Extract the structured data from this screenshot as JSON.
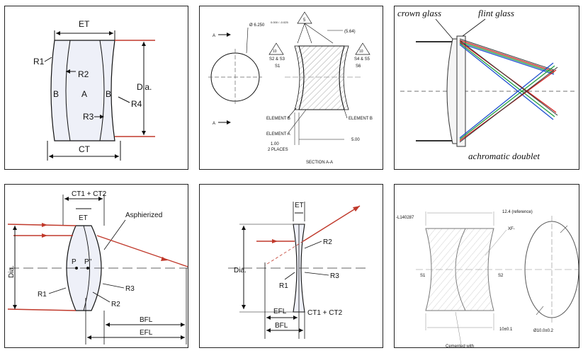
{
  "panel1": {
    "et": "ET",
    "r1": "R1",
    "r2": "R2",
    "r3": "R3",
    "r4": "R4",
    "b_left": "B",
    "a": "A",
    "b_right": "B",
    "dia": "Dia.",
    "ct": "CT"
  },
  "panel2": {
    "a_top": "A",
    "a_bottom": "A",
    "diameter": "Ø 6.250",
    "tol": "0.000 / -0.025",
    "badge_5": "5",
    "badge_10a": "10",
    "badge_10b": "10",
    "dim_564": "(5.64)",
    "s2s3": "S2 & S3",
    "s1": "S1",
    "s4s5": "S4 & S5",
    "s6": "S6",
    "element_b_left": "ELEMENT B",
    "element_a": "ELEMENT A",
    "element_b_right": "ELEMENT B",
    "dim_100": "1.00",
    "places": "2 PLACES",
    "dim_500": "5.00",
    "section": "SECTION A-A"
  },
  "panel3": {
    "crown": "crown glass",
    "flint": "flint glass",
    "caption": "achromatic doublet",
    "colors": {
      "red": "#d22020",
      "green": "#20a040",
      "blue": "#2050d0",
      "dark": "#333333"
    }
  },
  "panel4": {
    "ct12": "CT1 + CT2",
    "et": "ET",
    "asph": "Asphierized",
    "dia": "Dia.",
    "p": "P",
    "p2": "P''",
    "r1": "R1",
    "r2": "R2",
    "r3": "R3",
    "bfl": "BFL",
    "efl": "EFL"
  },
  "panel5": {
    "et": "ET",
    "r2": "R2",
    "dia": "Dia.",
    "r1": "R1",
    "r3": "R3",
    "efl": "EFL",
    "bfl": "BFL",
    "ct12": "CT1 + CT2"
  },
  "panel6": {
    "part": "-L140287",
    "ref": "12.4 (reference)",
    "xf": "XF-",
    "s1": "S1",
    "s2": "S2",
    "cemented": "Cemented with",
    "thick": "10±0.1",
    "dia": "Ø10.0±0.2"
  }
}
